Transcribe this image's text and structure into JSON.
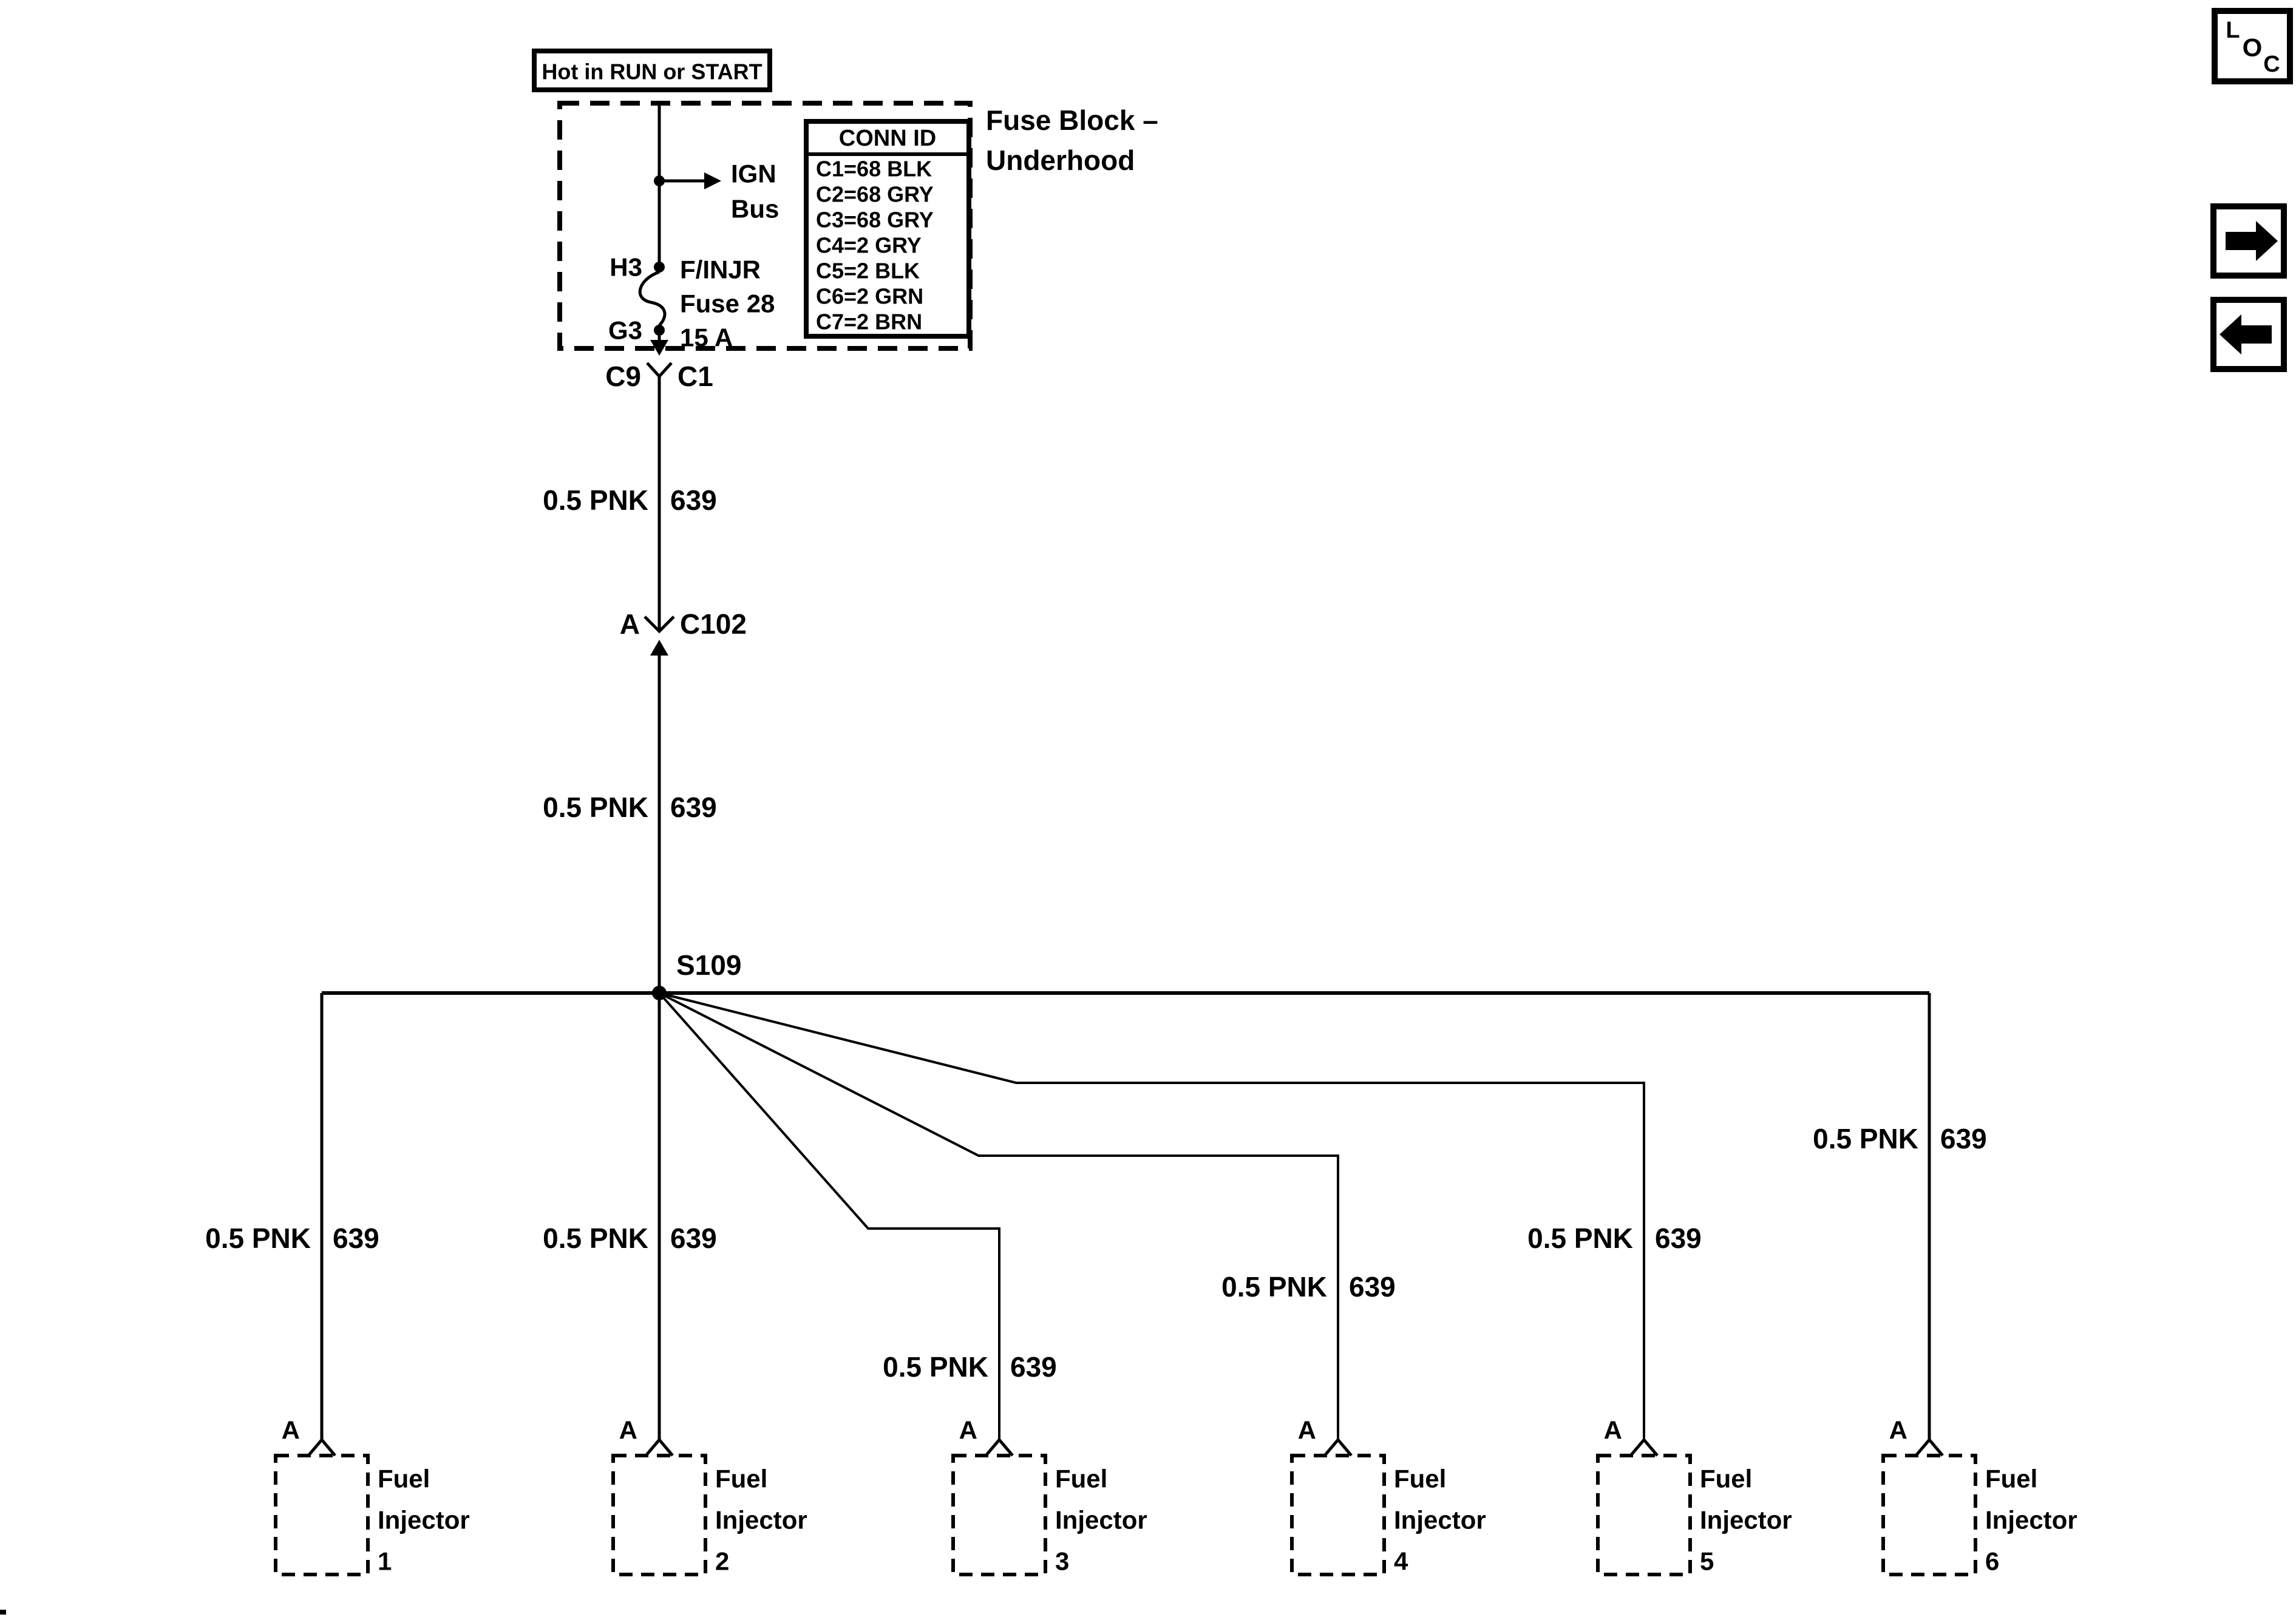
{
  "header": {
    "hot_label": "Hot in RUN or START"
  },
  "fuse_block": {
    "name_line1": "Fuse Block –",
    "name_line2": "Underhood",
    "ign_line1": "IGN",
    "ign_line2": "Bus",
    "pin_top": "H3",
    "pin_bottom": "G3",
    "fuse_line1": "F/INJR",
    "fuse_line2": "Fuse 28",
    "fuse_line3": "15 A",
    "conn_table": {
      "header": "CONN ID",
      "rows": [
        "C1=68 BLK",
        "C2=68 GRY",
        "C3=68 GRY",
        "C4=2 GRY",
        "C5=2 BLK",
        "C6=2 GRN",
        "C7=2 BRN"
      ]
    }
  },
  "connectors": {
    "c9": "C9",
    "c1": "C1",
    "c102_pin": "A",
    "c102": "C102",
    "splice": "S109"
  },
  "wire_label": {
    "gauge_color": "0.5 PNK",
    "circuit": "639"
  },
  "injectors": [
    {
      "pin": "A",
      "name_line1": "Fuel",
      "name_line2": "Injector",
      "number": "1"
    },
    {
      "pin": "A",
      "name_line1": "Fuel",
      "name_line2": "Injector",
      "number": "2"
    },
    {
      "pin": "A",
      "name_line1": "Fuel",
      "name_line2": "Injector",
      "number": "3"
    },
    {
      "pin": "A",
      "name_line1": "Fuel",
      "name_line2": "Injector",
      "number": "4"
    },
    {
      "pin": "A",
      "name_line1": "Fuel",
      "name_line2": "Injector",
      "number": "5"
    },
    {
      "pin": "A",
      "name_line1": "Fuel",
      "name_line2": "Injector",
      "number": "6"
    }
  ],
  "nav": {
    "loc_l": "L",
    "loc_o": "O",
    "loc_c": "C"
  }
}
